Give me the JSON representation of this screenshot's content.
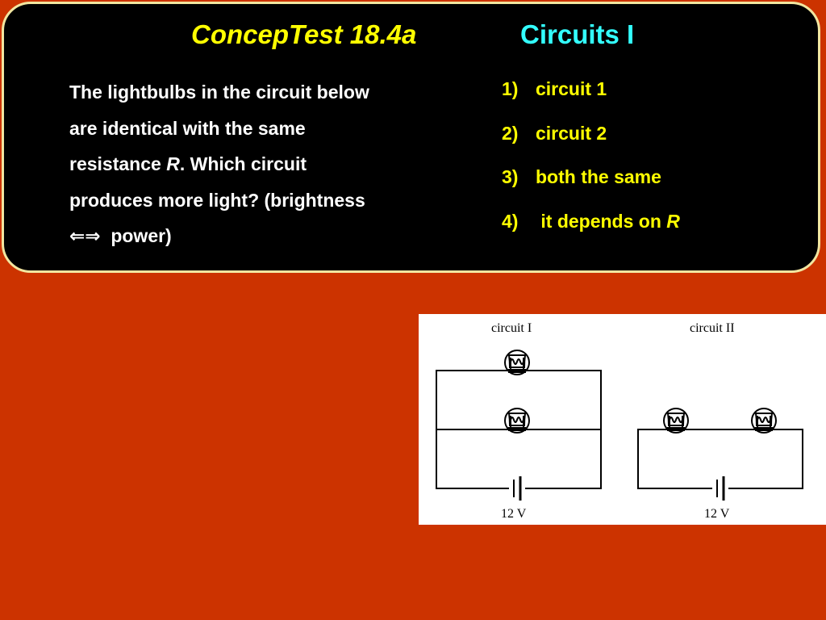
{
  "slide": {
    "title_left": "ConcepTest 18.4a",
    "title_right": "Circuits I",
    "question": {
      "line1": "The lightbulbs in the circuit below",
      "line2": "are identical with the same",
      "line3_before": "resistance ",
      "line3_var": "R",
      "line3_after": ".  Which circuit",
      "line4": "produces more light?  (brightness",
      "line5_symbol": "⇐⇒",
      "line5_text": "power)"
    },
    "options": [
      {
        "num": "1)",
        "text": "circuit 1"
      },
      {
        "num": "2)",
        "text": "circuit 2"
      },
      {
        "num": "3)",
        "text": "both the same"
      },
      {
        "num": "4)",
        "text": " it depends on ",
        "var": "R"
      }
    ]
  },
  "figure": {
    "circuit1_label": "circuit I",
    "circuit2_label": "circuit II",
    "voltage1_label": "12 V",
    "voltage2_label": "12 V"
  },
  "colors": {
    "background": "#cc3300",
    "panel": "#000000",
    "panel_border": "#f2e6a0",
    "title_left": "#ffff00",
    "title_right": "#33ffff",
    "question_text": "#ffffff",
    "options_text": "#ffff00"
  }
}
